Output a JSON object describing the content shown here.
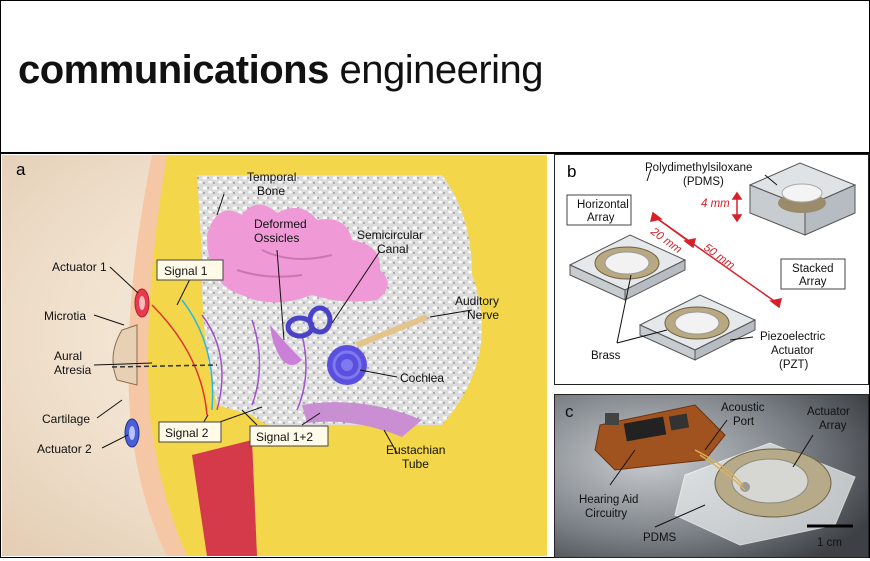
{
  "journal": {
    "bold": "communications",
    "light": "engineering"
  },
  "panel_a": {
    "label": "a",
    "labels": {
      "actuator1": "Actuator 1",
      "microtia": "Microtia",
      "aural1": "Aural",
      "aural2": "Atresia",
      "cartilage": "Cartilage",
      "actuator2": "Actuator 2",
      "temporal1": "Temporal",
      "temporal2": "Bone",
      "deformed1": "Deformed",
      "deformed2": "Ossicles",
      "semi1": "Semicircular",
      "semi2": "Canal",
      "auditory1": "Auditory",
      "auditory2": "Nerve",
      "cochlea": "Cochlea",
      "eust1": "Eustachian",
      "eust2": "Tube",
      "signal1": "Signal 1",
      "signal2": "Signal 2",
      "signal12": "Signal 1+2"
    }
  },
  "panel_b": {
    "label": "b",
    "labels": {
      "pdms1": "Polydimethylsiloxane",
      "pdms2": "(PDMS)",
      "horiz1": "Horizontal",
      "horiz2": "Array",
      "dim4": "4 mm",
      "dim20": "20 mm",
      "dim50": "50 mm",
      "stacked1": "Stacked",
      "stacked2": "Array",
      "brass": "Brass",
      "piezo1": "Piezoelectric",
      "piezo2": "Actuator",
      "piezo3": "(PZT)"
    }
  },
  "panel_c": {
    "label": "c",
    "labels": {
      "acoustic1": "Acoustic",
      "acoustic2": "Port",
      "actarray1": "Actuator",
      "actarray2": "Array",
      "hearing1": "Hearing Aid",
      "hearing2": "Circuitry",
      "pdms": "PDMS",
      "scale": "1 cm"
    }
  }
}
